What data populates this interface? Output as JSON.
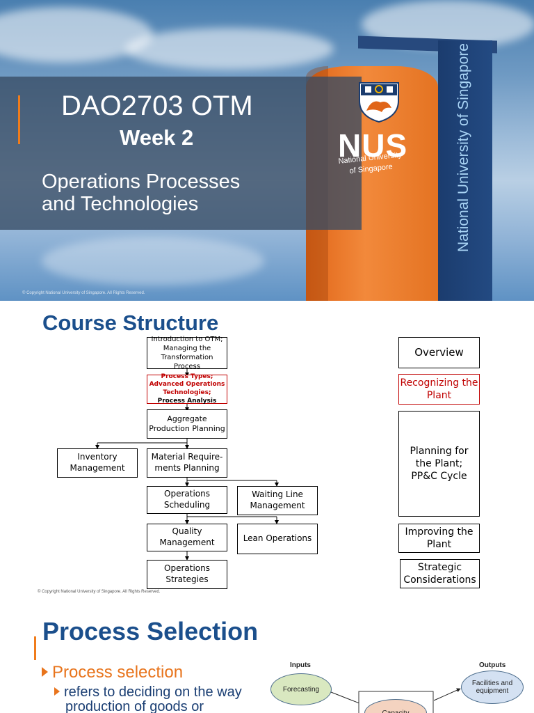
{
  "slide1": {
    "course_code": "DAO2703 OTM",
    "week": "Week 2",
    "subtitle_line1": "Operations Processes",
    "subtitle_line2": "and Technologies",
    "copyright": "© Copyright National University of Singapore. All Rights Reserved.",
    "logo_text": "NUS",
    "logo_sub1": "National University",
    "logo_sub2": "of Singapore",
    "vertical_text": "National University of Singapore"
  },
  "slide2": {
    "title": "Course Structure",
    "flow": {
      "intro": "Introduction to OTM; Managing the Transformation Process",
      "process_types_red": "Process Types; Advanced Operations Technologies;",
      "process_analysis": "Process Analysis",
      "aggregate": "Aggregate Production Planning",
      "inventory": "Inventory Management",
      "mrp": "Material Require-ments Planning",
      "scheduling": "Operations Scheduling",
      "waiting": "Waiting Line Management",
      "quality": "Quality Management",
      "lean": "Lean Operations",
      "strategies": "Operations Strategies"
    },
    "phases": {
      "overview": "Overview",
      "recognizing": "Recognizing the Plant",
      "planning": "Planning for the Plant; PP&C Cycle",
      "improving": "Improving the Plant",
      "strategic": "Strategic Considerations"
    },
    "copyright": "© Copyright National University of Singapore. All Rights Reserved."
  },
  "slide3": {
    "title": "Process Selection",
    "bullet1": "Process selection",
    "bullet2_line1": "refers to deciding on the way",
    "bullet2_line2": "production of goods or",
    "diagram": {
      "inputs_label": "Inputs",
      "outputs_label": "Outputs",
      "forecasting": "Forecasting",
      "capacity": "Capacity",
      "facilities": "Facilities and equipment"
    }
  },
  "colors": {
    "nus_orange": "#f07c1b",
    "nus_blue": "#1b4f8c",
    "highlight_red": "#c00000"
  }
}
